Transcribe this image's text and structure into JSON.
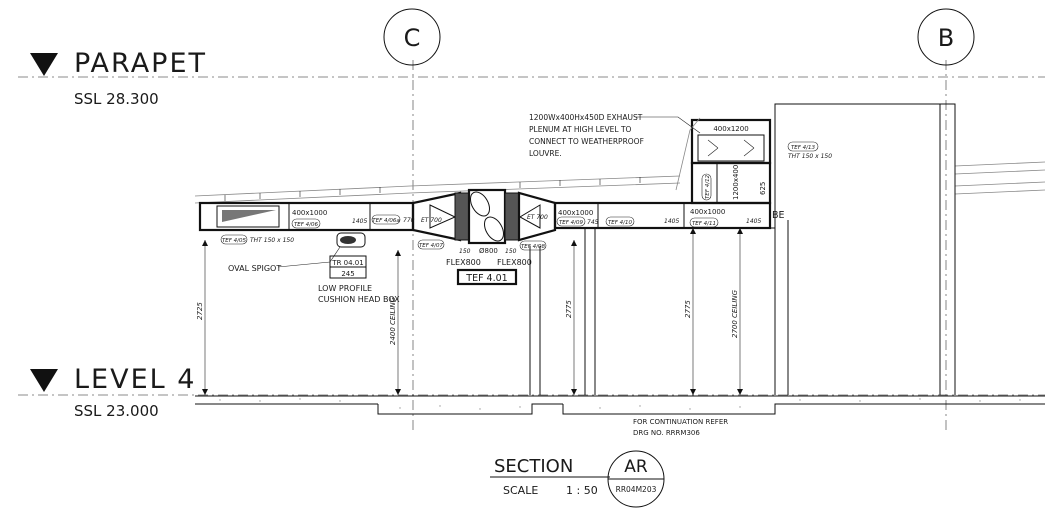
{
  "grids": {
    "c": "C",
    "b": "B"
  },
  "levels": {
    "parapet": {
      "name": "PARAPET",
      "ssl": "SSL 28.300"
    },
    "level4": {
      "name": "LEVEL 4",
      "ssl": "SSL 23.000"
    }
  },
  "notes": {
    "plenum": [
      "1200Wx400Hx450D EXHAUST",
      "PLENUM AT HIGH LEVEL TO",
      "CONNECT TO WEATHERPROOF",
      "LOUVRE."
    ],
    "oval_spigot": "OVAL SPIGOT",
    "head_box": [
      "LOW PROFILE",
      "CUSHION HEAD BOX"
    ],
    "continuation": [
      "FOR CONTINUATION REFER",
      "DRG NO. RRRM306"
    ]
  },
  "duct_labels": {
    "d1": "400x1000",
    "d2": "400x1000",
    "d3": "400x1000",
    "plenum_size": "400x1200",
    "riser": "1200x400",
    "riser_dim": "625",
    "be": "BE"
  },
  "tags": {
    "tef405": "TEF 4/05",
    "tef406": "TEF 4/06",
    "tef406a": "TEF 4/06a",
    "tef407": "TEF 4/07",
    "tef408": "TEF 4/08",
    "tef409": "TEF 4/09",
    "tef410": "TEF 4/10",
    "tef411": "TEF 4/11",
    "tef412": "TEF 4/12",
    "tef413": "TEF 4/13"
  },
  "values": {
    "tht_left": "THT 150 x 150",
    "tht_right": "THT 150 x 150",
    "v1405a": "1405",
    "v1405b": "1405",
    "v1405c": "1405",
    "v770": "770",
    "v745": "745",
    "et700a": "ET 700",
    "et700b": "ET 700",
    "v150a": "150",
    "v150b": "150",
    "dia": "Ø800"
  },
  "equipment": {
    "tr_tag": "TR 04.01",
    "tr_val": "245",
    "fan_tag": "TEF 4.01",
    "flex_left": "FLEX800",
    "flex_right": "FLEX800"
  },
  "dims": {
    "d2725": "2725",
    "d2400": "2400 CEILING",
    "d2775a": "2775",
    "d2775b": "2775",
    "d2700": "2700 CEILING"
  },
  "title_block": {
    "title": "SECTION",
    "scale_label": "SCALE",
    "scale_value": "1 : 50",
    "ref": "AR",
    "drawing": "RR04M203"
  }
}
